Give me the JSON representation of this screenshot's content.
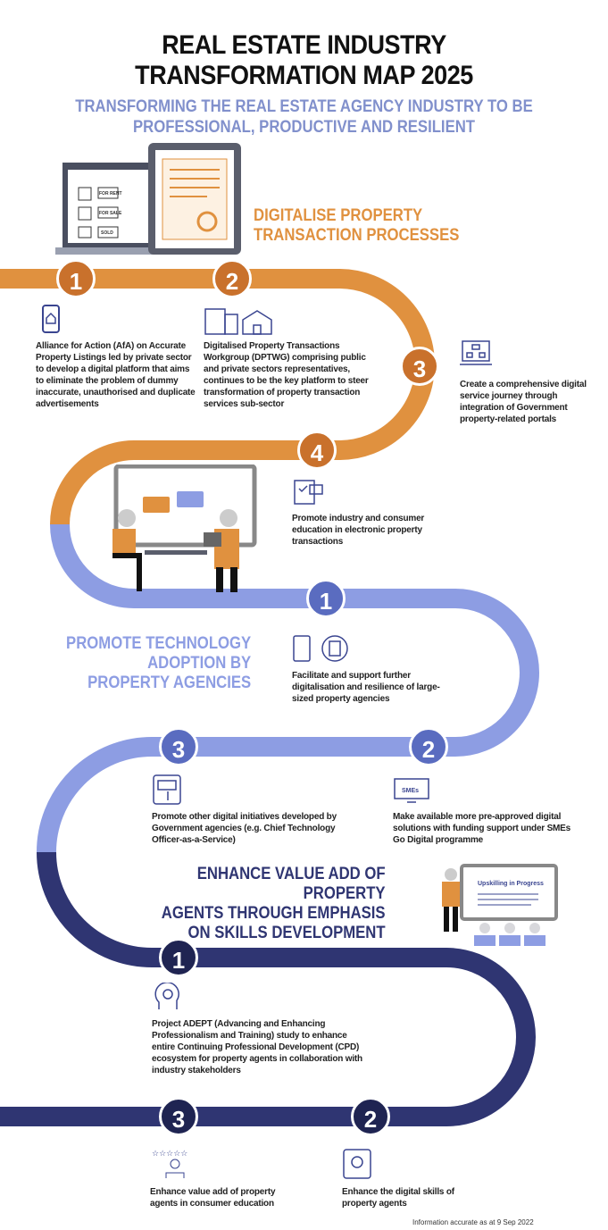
{
  "header": {
    "title_line1": "REAL ESTATE INDUSTRY",
    "title_line2": "TRANSFORMATION MAP 2025",
    "subtitle_line1": "TRANSFORMING THE REAL ESTATE AGENCY INDUSTRY TO BE",
    "subtitle_line2": "PROFESSIONAL, PRODUCTIVE AND RESILIENT"
  },
  "colors": {
    "orange": "#e0913f",
    "orange_dark": "#c9712c",
    "purple": "#8d9de3",
    "purple_dark": "#5a6cc0",
    "navy": "#2f3572",
    "navy_dark": "#1f2452"
  },
  "sections": [
    {
      "title_line1": "DIGITALISE PROPERTY",
      "title_line2": "TRANSACTION PROCESSES",
      "items": [
        {
          "num": "1",
          "text": "Alliance for Action (AfA) on Accurate Property Listings led by private sector to develop a digital platform that aims to eliminate the problem of dummy inaccurate, unauthorised and duplicate advertisements"
        },
        {
          "num": "2",
          "text": "Digitalised Property Transactions Workgroup (DPTWG) comprising public and private sectors representatives, continues to be the key platform to steer transformation of property transaction services sub-sector"
        },
        {
          "num": "3",
          "text": "Create a comprehensive digital service journey through integration of Government property-related portals"
        },
        {
          "num": "4",
          "text": "Promote industry and consumer education in electronic property transactions"
        }
      ]
    },
    {
      "title_line1": "PROMOTE TECHNOLOGY",
      "title_line2": "ADOPTION BY",
      "title_line3": "PROPERTY AGENCIES",
      "items": [
        {
          "num": "1",
          "text": "Facilitate and support further digitalisation and resilience of large-sized property agencies"
        },
        {
          "num": "2",
          "text": "Make available more pre-approved digital solutions with funding support under SMEs Go Digital programme"
        },
        {
          "num": "3",
          "text": "Promote other digital initiatives developed by Government agencies (e.g. Chief Technology Officer-as-a-Service)"
        }
      ]
    },
    {
      "title_line1": "ENHANCE VALUE ADD OF PROPERTY",
      "title_line2": "AGENTS THROUGH EMPHASIS",
      "title_line3": "ON SKILLS DEVELOPMENT",
      "items": [
        {
          "num": "1",
          "text": "Project ADEPT (Advancing and Enhancing Professionalism and Training) study to enhance entire Continuing Professional Development (CPD) ecosystem for property agents in collaboration with industry stakeholders"
        },
        {
          "num": "2",
          "text": "Enhance the digital skills of property agents"
        },
        {
          "num": "3",
          "text": "Enhance value add of property agents in consumer education"
        }
      ]
    }
  ],
  "illustrations": {
    "board_text": "Upskilling in Progress",
    "sme_icon_text": "SMEs",
    "listing_labels": [
      "FOR RENT",
      "FOR SALE",
      "SOLD"
    ]
  },
  "footer": {
    "note": "Information accurate as at 9 Sep 2022"
  }
}
